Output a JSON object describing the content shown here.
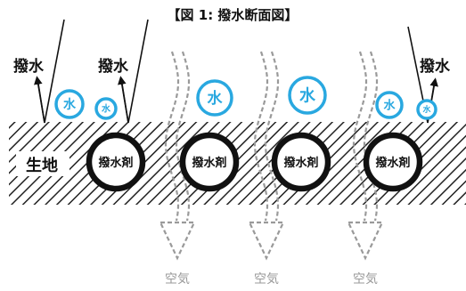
{
  "title": "【図 1: 撥水断面図】",
  "repel_labels": [
    "撥水",
    "撥水",
    "撥水"
  ],
  "water_label": "水",
  "agent_label": "撥水剤",
  "fabric_label": "生地",
  "air_label": "空気",
  "colors": {
    "water": "#29a8e0",
    "agent_ring": "#111111",
    "air_arrow": "#9a9a9a",
    "hatch": "#222222"
  }
}
